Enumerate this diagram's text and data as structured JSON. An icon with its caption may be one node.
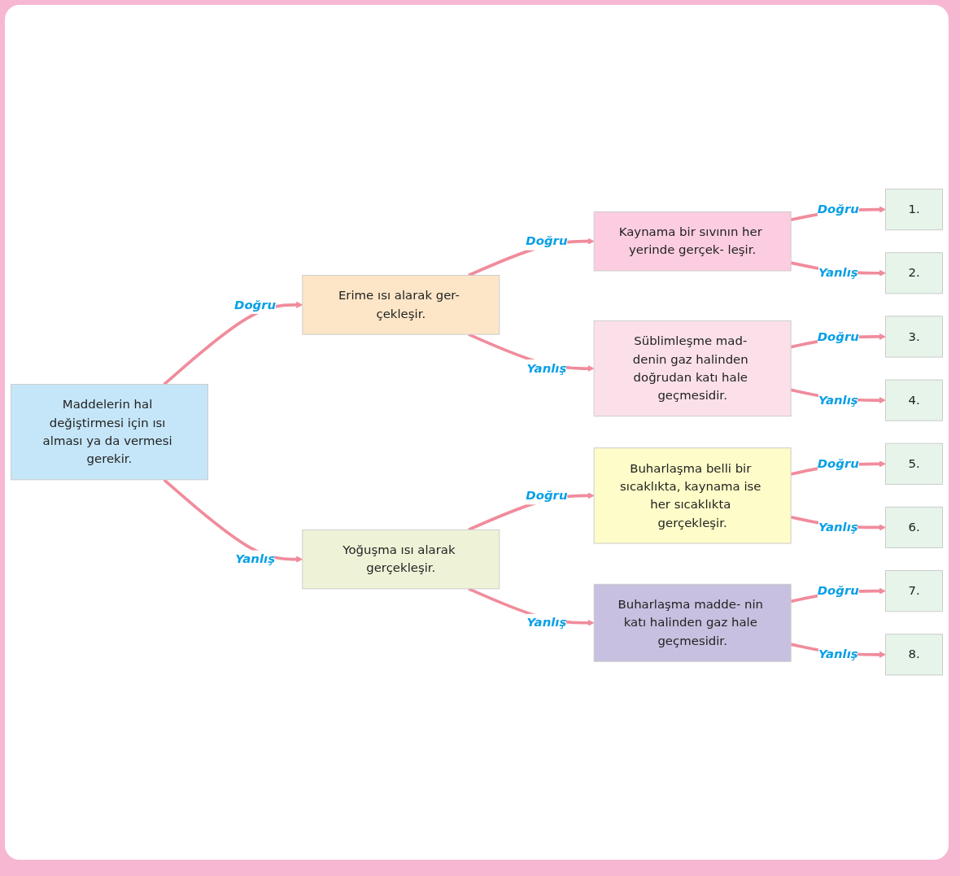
{
  "diagram": {
    "nodes": [
      {
        "text": [
          "Maddelerin hal değiştirmesi için ısı alması ya da vermesi gerekir."
        ]
      },
      {
        "text": [
          "Erime ısı alarak ger- çekleşir."
        ]
      },
      {
        "text": [
          "Yoğuşma ısı alarak gerçekleşir."
        ]
      },
      {
        "text": [
          "Kaynama bir sıvının her yerinde gerçek- leşir."
        ]
      },
      {
        "text": [
          "Süblimleşme mad- denin gaz halinden doğrudan katı hale geçmesidir."
        ]
      },
      {
        "text": [
          "Buharlaşma belli bir sıcaklıkta, kaynama ise her sıcaklıkta gerçekleşir."
        ]
      },
      {
        "text": [
          "Buharlaşma madde- nin katı halinden gaz hale geçmesidir."
        ]
      },
      {
        "text": [
          "1."
        ]
      },
      {
        "text": [
          "2."
        ]
      },
      {
        "text": [
          "3."
        ]
      },
      {
        "text": [
          "4."
        ]
      },
      {
        "text": [
          "5."
        ]
      },
      {
        "text": [
          "6."
        ]
      },
      {
        "text": [
          "7."
        ]
      },
      {
        "text": [
          "8."
        ]
      }
    ],
    "edges": [
      {
        "from": 0,
        "to": 1,
        "label": "Doğru",
        "arrow": "to"
      },
      {
        "from": 0,
        "to": 2,
        "label": "Yanlış",
        "arrow": "to"
      },
      {
        "from": 1,
        "to": 3,
        "label": "Doğru",
        "arrow": "to"
      },
      {
        "from": 1,
        "to": 4,
        "label": "Yanlış",
        "arrow": "to"
      },
      {
        "from": 2,
        "to": 5,
        "label": "Doğru",
        "arrow": "to"
      },
      {
        "from": 2,
        "to": 6,
        "label": "Yanlış",
        "arrow": "to"
      },
      {
        "from": 3,
        "to": 7,
        "label": "Doğru",
        "arrow": "to"
      },
      {
        "from": 3,
        "to": 8,
        "label": "Yanlış",
        "arrow": "to"
      },
      {
        "from": 4,
        "to": 9,
        "label": "Doğru",
        "arrow": "to"
      },
      {
        "from": 4,
        "to": 10,
        "label": "Yanlış",
        "arrow": "to"
      },
      {
        "from": 5,
        "to": 11,
        "label": "Doğru",
        "arrow": "to"
      },
      {
        "from": 5,
        "to": 12,
        "label": "Yanlış",
        "arrow": "to"
      },
      {
        "from": 6,
        "to": 13,
        "label": "Doğru",
        "arrow": "to"
      },
      {
        "from": 6,
        "to": 14,
        "label": "Yanlış",
        "arrow": "to"
      }
    ]
  }
}
